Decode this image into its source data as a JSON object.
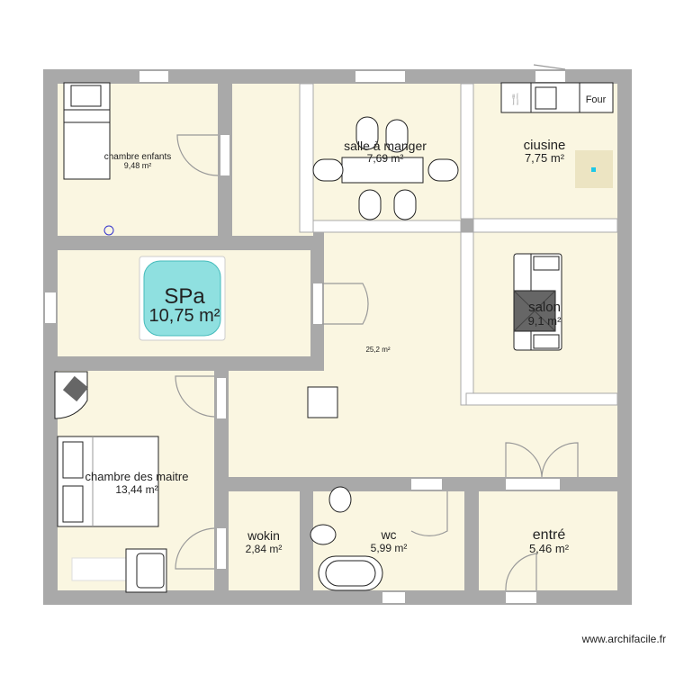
{
  "plan": {
    "rooms": [
      {
        "id": "chambre-enfants",
        "name": "chambre enfants",
        "area": "9,48 m²"
      },
      {
        "id": "salle-a-manger",
        "name": "salle à manger",
        "area": "7,69 m²"
      },
      {
        "id": "ciusine",
        "name": "ciusine",
        "area": "7,75 m²"
      },
      {
        "id": "spa",
        "name": "SPa",
        "area": "10,75 m²"
      },
      {
        "id": "salon",
        "name": "salon",
        "area": "9,1 m²"
      },
      {
        "id": "hall",
        "name": "",
        "area": "25,2 m²"
      },
      {
        "id": "chambre-maitre",
        "name": "chambre des maitre",
        "area": "13,44 m²"
      },
      {
        "id": "wokin",
        "name": "wokin",
        "area": "2,84 m²"
      },
      {
        "id": "wc",
        "name": "wc",
        "area": "5,99 m²"
      },
      {
        "id": "entre",
        "name": "entré",
        "area": "5,46 m²"
      }
    ],
    "kitchen_oven_label": "Four",
    "colors": {
      "wall": "#a9a9a9",
      "floor": "#faf6e1",
      "spa": "#8fe0e0"
    }
  },
  "watermark": "www.archifacile.fr"
}
